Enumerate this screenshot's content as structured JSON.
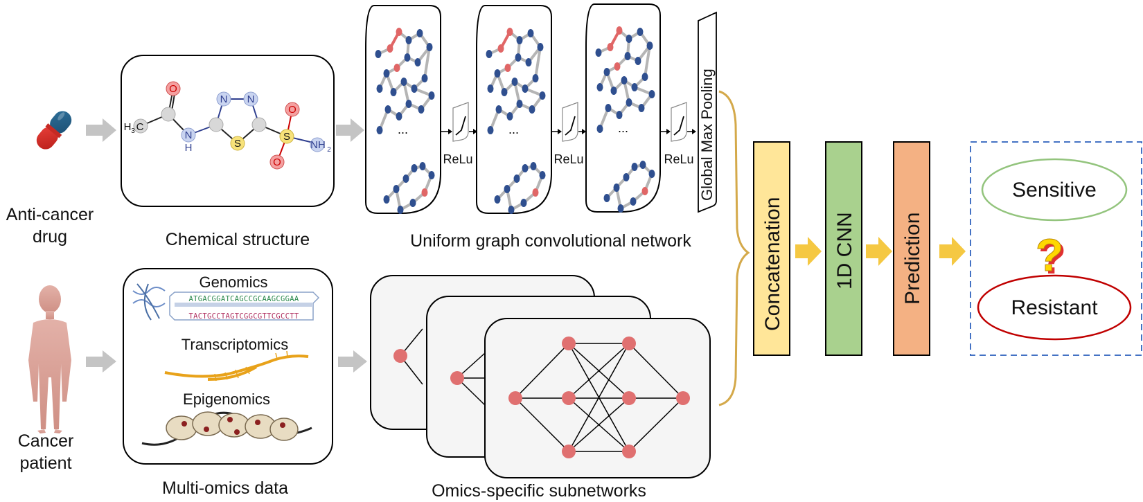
{
  "drug_label": [
    "Anti-cancer",
    "drug"
  ],
  "patient_label": [
    "Cancer",
    "patient"
  ],
  "chemical": {
    "caption": "Chemical structure",
    "atoms": {
      "c": "C",
      "h3": "H",
      "h3sub": "3",
      "o1": "O",
      "n": "N",
      "h": "H",
      "n2": "N",
      "n3": "N",
      "s1": "S",
      "s2": "S",
      "o2": "O",
      "o3": "O",
      "nh": "NH",
      "nh2sub": "2"
    }
  },
  "gcn": {
    "caption": "Uniform graph convolutional network",
    "relu_label": "ReLu",
    "ellipsis": "...",
    "pooling_label": "Global Max Pooling"
  },
  "omics": {
    "caption": "Multi-omics data",
    "genomics": "Genomics",
    "transcriptomics": "Transcriptomics",
    "epigenomics": "Epigenomics",
    "dna_top": "ATGACGGATCAGCCGCAAGCGGAA",
    "dna_bottom": "TACTGCCTAGTCGGCGTTCGCCTT"
  },
  "subnetworks_caption": "Omics-specific subnetworks",
  "pipeline": {
    "concatenation": "Concatenation",
    "cnn": "1D CNN",
    "prediction": "Prediction"
  },
  "outcomes": {
    "sensitive": "Sensitive",
    "resistant": "Resistant",
    "question": "?"
  },
  "colors": {
    "gray_arrow": "#c4c4c4",
    "yellow_arrow": "#f5c842",
    "concat_fill": "#ffe699",
    "cnn_fill": "#a9d18e",
    "prediction_fill": "#f4b183",
    "node_blue": "#2f4f8f",
    "node_red": "#e06666",
    "net_node": "#e07070",
    "sensitive_stroke": "#93c47d",
    "resistant_stroke": "#c00000",
    "dashed_box": "#4472c4",
    "brace": "#d4a94a"
  }
}
